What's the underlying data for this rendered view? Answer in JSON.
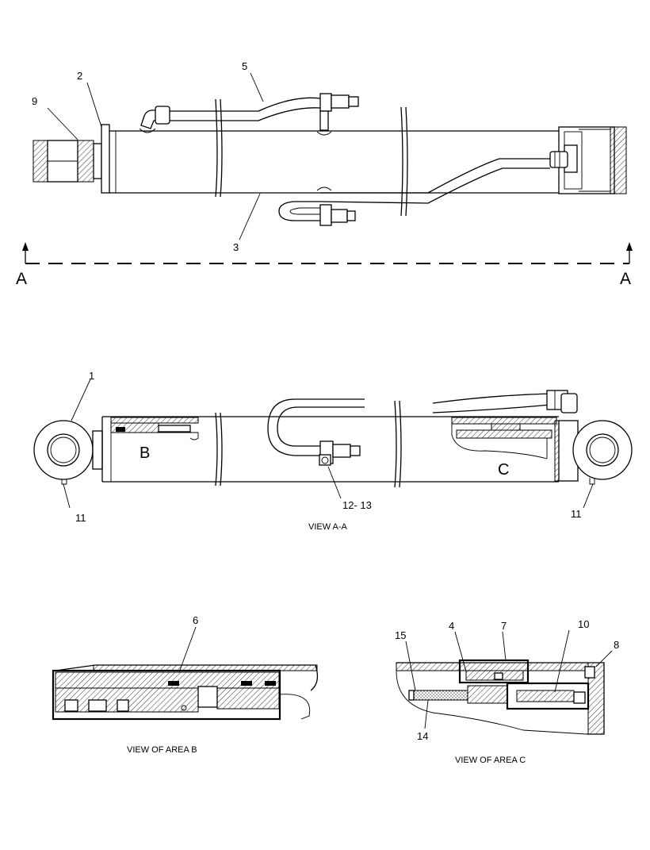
{
  "labels": {
    "item_1": "1",
    "item_2": "2",
    "item_3": "3",
    "item_4": "4",
    "item_5": "5",
    "item_6": "6",
    "item_7": "7",
    "item_8": "8",
    "item_9": "9",
    "item_10": "10",
    "item_11_left": "11",
    "item_11_right": "11",
    "item_12_13": "12- 13",
    "item_14": "14",
    "item_15": "15"
  },
  "section": {
    "left_letter": "A",
    "right_letter": "A"
  },
  "area_letters": {
    "b": "B",
    "c": "C"
  },
  "captions": {
    "view_a_a": "VIEW A-A",
    "view_area_b": "VIEW OF AREA  B",
    "view_area_c": "VIEW OF AREA  C"
  }
}
